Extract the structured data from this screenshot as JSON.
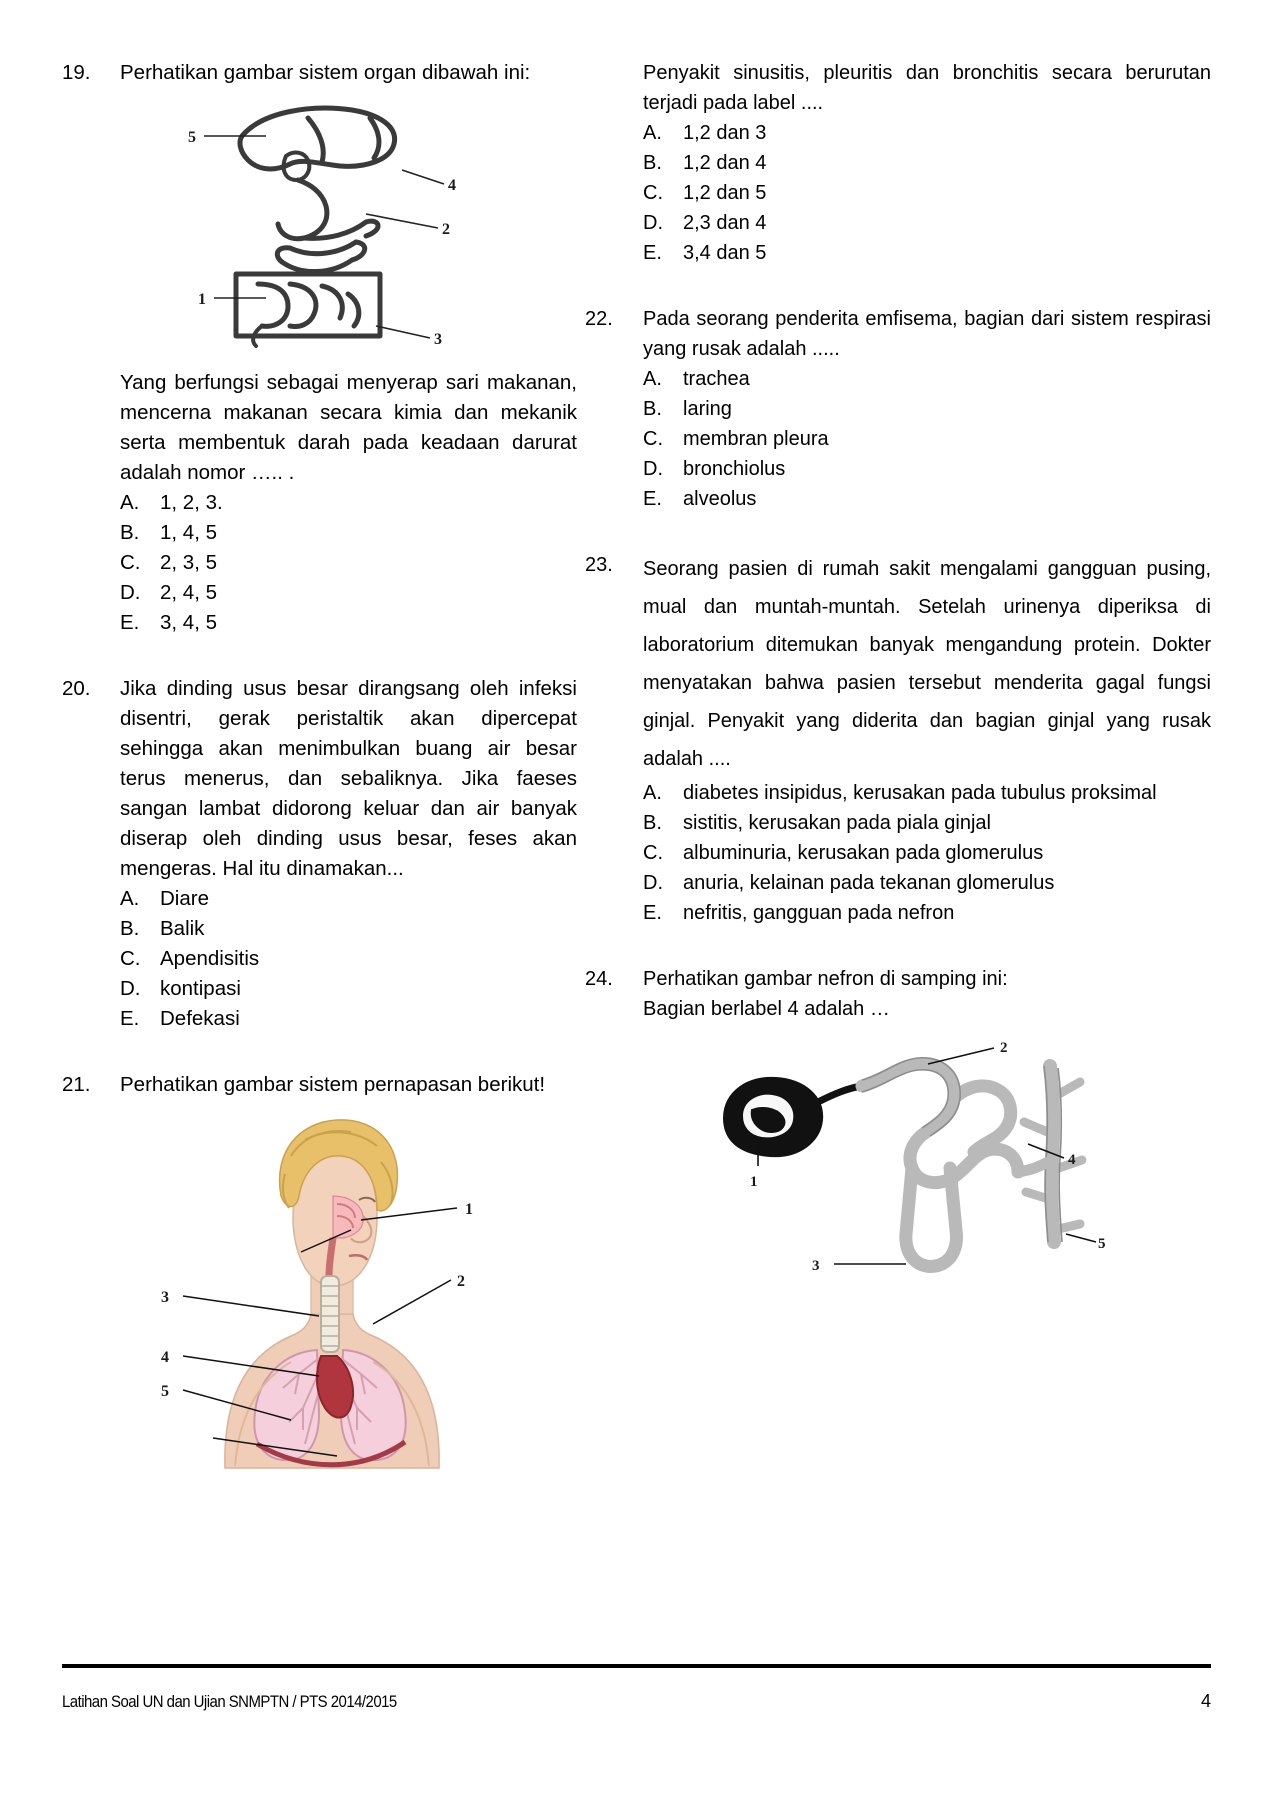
{
  "document": {
    "footer_text": "Latihan Soal UN dan Ujian SNMPTN / PTS 2014/2015",
    "page_number": "4"
  },
  "questions": [
    {
      "number": "19.",
      "prompt": "Perhatikan gambar sistem organ dibawah ini:",
      "figure": {
        "name": "digestive-system-diagram",
        "labels": [
          "5",
          "4",
          "2",
          "1",
          "3"
        ]
      },
      "sub_prompt": "Yang berfungsi sebagai menyerap sari makanan, mencerna makanan secara kimia dan mekanik serta membentuk darah pada keadaan darurat adalah nomor ….. .",
      "options": [
        {
          "letter": "A.",
          "text": "1, 2, 3."
        },
        {
          "letter": "B.",
          "text": "1, 4, 5"
        },
        {
          "letter": "C.",
          "text": "2, 3, 5"
        },
        {
          "letter": "D.",
          "text": "2, 4, 5"
        },
        {
          "letter": "E.",
          "text": "3, 4, 5"
        }
      ]
    },
    {
      "number": "20.",
      "prompt": "Jika dinding usus besar dirangsang oleh infeksi disentri, gerak peristaltik akan dipercepat sehingga akan menimbulkan buang air besar terus menerus, dan sebaliknya. Jika faeses sangan lambat didorong keluar dan air banyak diserap oleh dinding usus besar, feses akan mengeras. Hal itu dinamakan...",
      "options": [
        {
          "letter": "A.",
          "text": "Diare"
        },
        {
          "letter": "B.",
          "text": "Balik"
        },
        {
          "letter": "C.",
          "text": "Apendisitis"
        },
        {
          "letter": "D.",
          "text": "kontipasi"
        },
        {
          "letter": "E.",
          "text": "Defekasi"
        }
      ]
    },
    {
      "number": "21.",
      "prompt": "Perhatikan gambar sistem pernapasan berikut!",
      "figure": {
        "name": "respiratory-system-diagram",
        "labels": [
          "1",
          "2",
          "3",
          "4",
          "5"
        ]
      },
      "continued_prompt": "Penyakit sinusitis, pleuritis dan bronchitis secara berurutan terjadi pada label ....",
      "options": [
        {
          "letter": "A.",
          "text": "1,2 dan 3"
        },
        {
          "letter": "B.",
          "text": "1,2 dan 4"
        },
        {
          "letter": "C.",
          "text": "1,2 dan 5"
        },
        {
          "letter": "D.",
          "text": "2,3 dan 4"
        },
        {
          "letter": "E.",
          "text": "3,4 dan 5"
        }
      ]
    },
    {
      "number": "22.",
      "prompt": "Pada seorang penderita emfisema, bagian dari sistem respirasi yang rusak adalah .....",
      "options": [
        {
          "letter": "A.",
          "text": "trachea"
        },
        {
          "letter": "B.",
          "text": "laring"
        },
        {
          "letter": "C.",
          "text": "membran pleura"
        },
        {
          "letter": "D.",
          "text": "bronchiolus"
        },
        {
          "letter": "E.",
          "text": "alveolus"
        }
      ]
    },
    {
      "number": "23.",
      "prompt": "Seorang pasien di rumah sakit mengalami gangguan pusing, mual dan muntah-muntah. Setelah urinenya    diperiksa di laboratorium ditemukan banyak mengandung protein. Dokter menyatakan bahwa pasien tersebut menderita gagal fungsi ginjal.  Penyakit yang diderita dan bagian ginjal  yang rusak adalah ....",
      "options": [
        {
          "letter": "A.",
          "text": "diabetes insipidus, kerusakan  pada tubulus proksimal"
        },
        {
          "letter": "B.",
          "text": "sistitis, kerusakan pada piala ginjal"
        },
        {
          "letter": "C.",
          "text": "albuminuria, kerusakan pada glomerulus"
        },
        {
          "letter": "D.",
          "text": "anuria, kelainan pada tekanan glomerulus"
        },
        {
          "letter": "E.",
          "text": "nefritis, gangguan pada nefron"
        }
      ]
    },
    {
      "number": "24.",
      "prompt": "Perhatikan gambar nefron di samping ini:",
      "prompt2": "Bagian berlabel 4 adalah …",
      "figure": {
        "name": "nephron-diagram",
        "labels": [
          "2",
          "1",
          "4",
          "3",
          "5"
        ]
      }
    }
  ]
}
